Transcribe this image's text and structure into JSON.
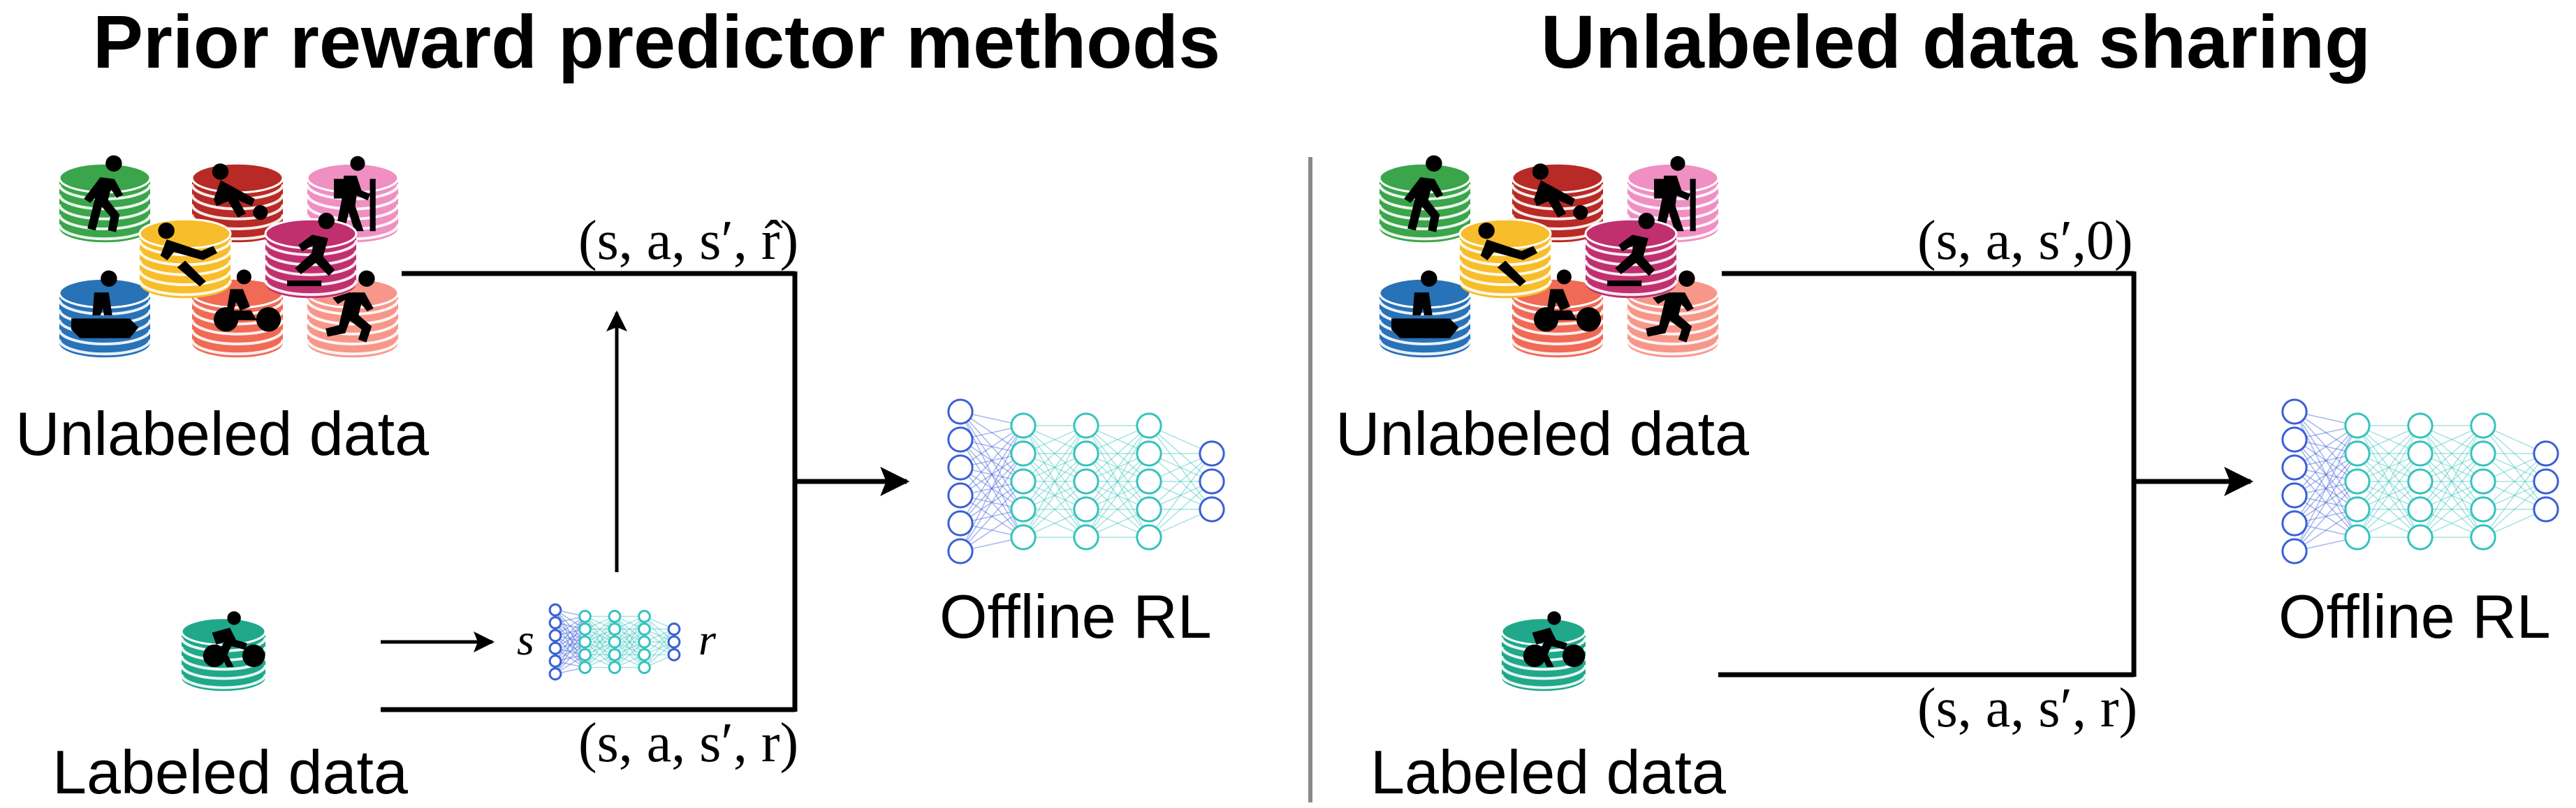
{
  "colors": {
    "green": "#3aa54a",
    "red": "#b82a25",
    "pink": "#ef8fc2",
    "yellow": "#f7bd2a",
    "magenta": "#c0306f",
    "blue": "#2872b8",
    "coral": "#f06a55",
    "salmon": "#f7978a",
    "teal": "#1fa88a",
    "net_blue": "#3a5fd8",
    "net_cyan": "#35c3bd",
    "line": "#000000",
    "divider": "#8a8a8a"
  },
  "left_panel": {
    "title": "Prior reward predictor methods",
    "unlabeled_label": "Unlabeled data",
    "labeled_label": "Labeled data",
    "predictor_input": "s",
    "predictor_output": "r",
    "unlabeled_tuple": "(s, a, s′, r̂)",
    "labeled_tuple": "(s, a, s′, r)",
    "output_label": "Offline RL"
  },
  "right_panel": {
    "title": "Unlabeled data sharing",
    "unlabeled_label": "Unlabeled data",
    "labeled_label": "Labeled data",
    "unlabeled_tuple": "(s, a, s′,0)",
    "labeled_tuple": "(s, a, s′, r)",
    "output_label": "Offline RL"
  },
  "unlabeled_datasets": [
    {
      "color": "green",
      "icon": "walking-person-icon"
    },
    {
      "color": "red",
      "icon": "bowling-person-icon"
    },
    {
      "color": "pink",
      "icon": "hiking-person-icon"
    },
    {
      "color": "yellow",
      "icon": "diving-person-icon"
    },
    {
      "color": "magenta",
      "icon": "skating-person-icon"
    },
    {
      "color": "blue",
      "icon": "jet-ski-icon"
    },
    {
      "color": "coral",
      "icon": "motorcycle-icon"
    },
    {
      "color": "salmon",
      "icon": "running-person-icon"
    }
  ],
  "labeled_dataset": {
    "color": "teal",
    "icon": "cycling-person-icon"
  }
}
